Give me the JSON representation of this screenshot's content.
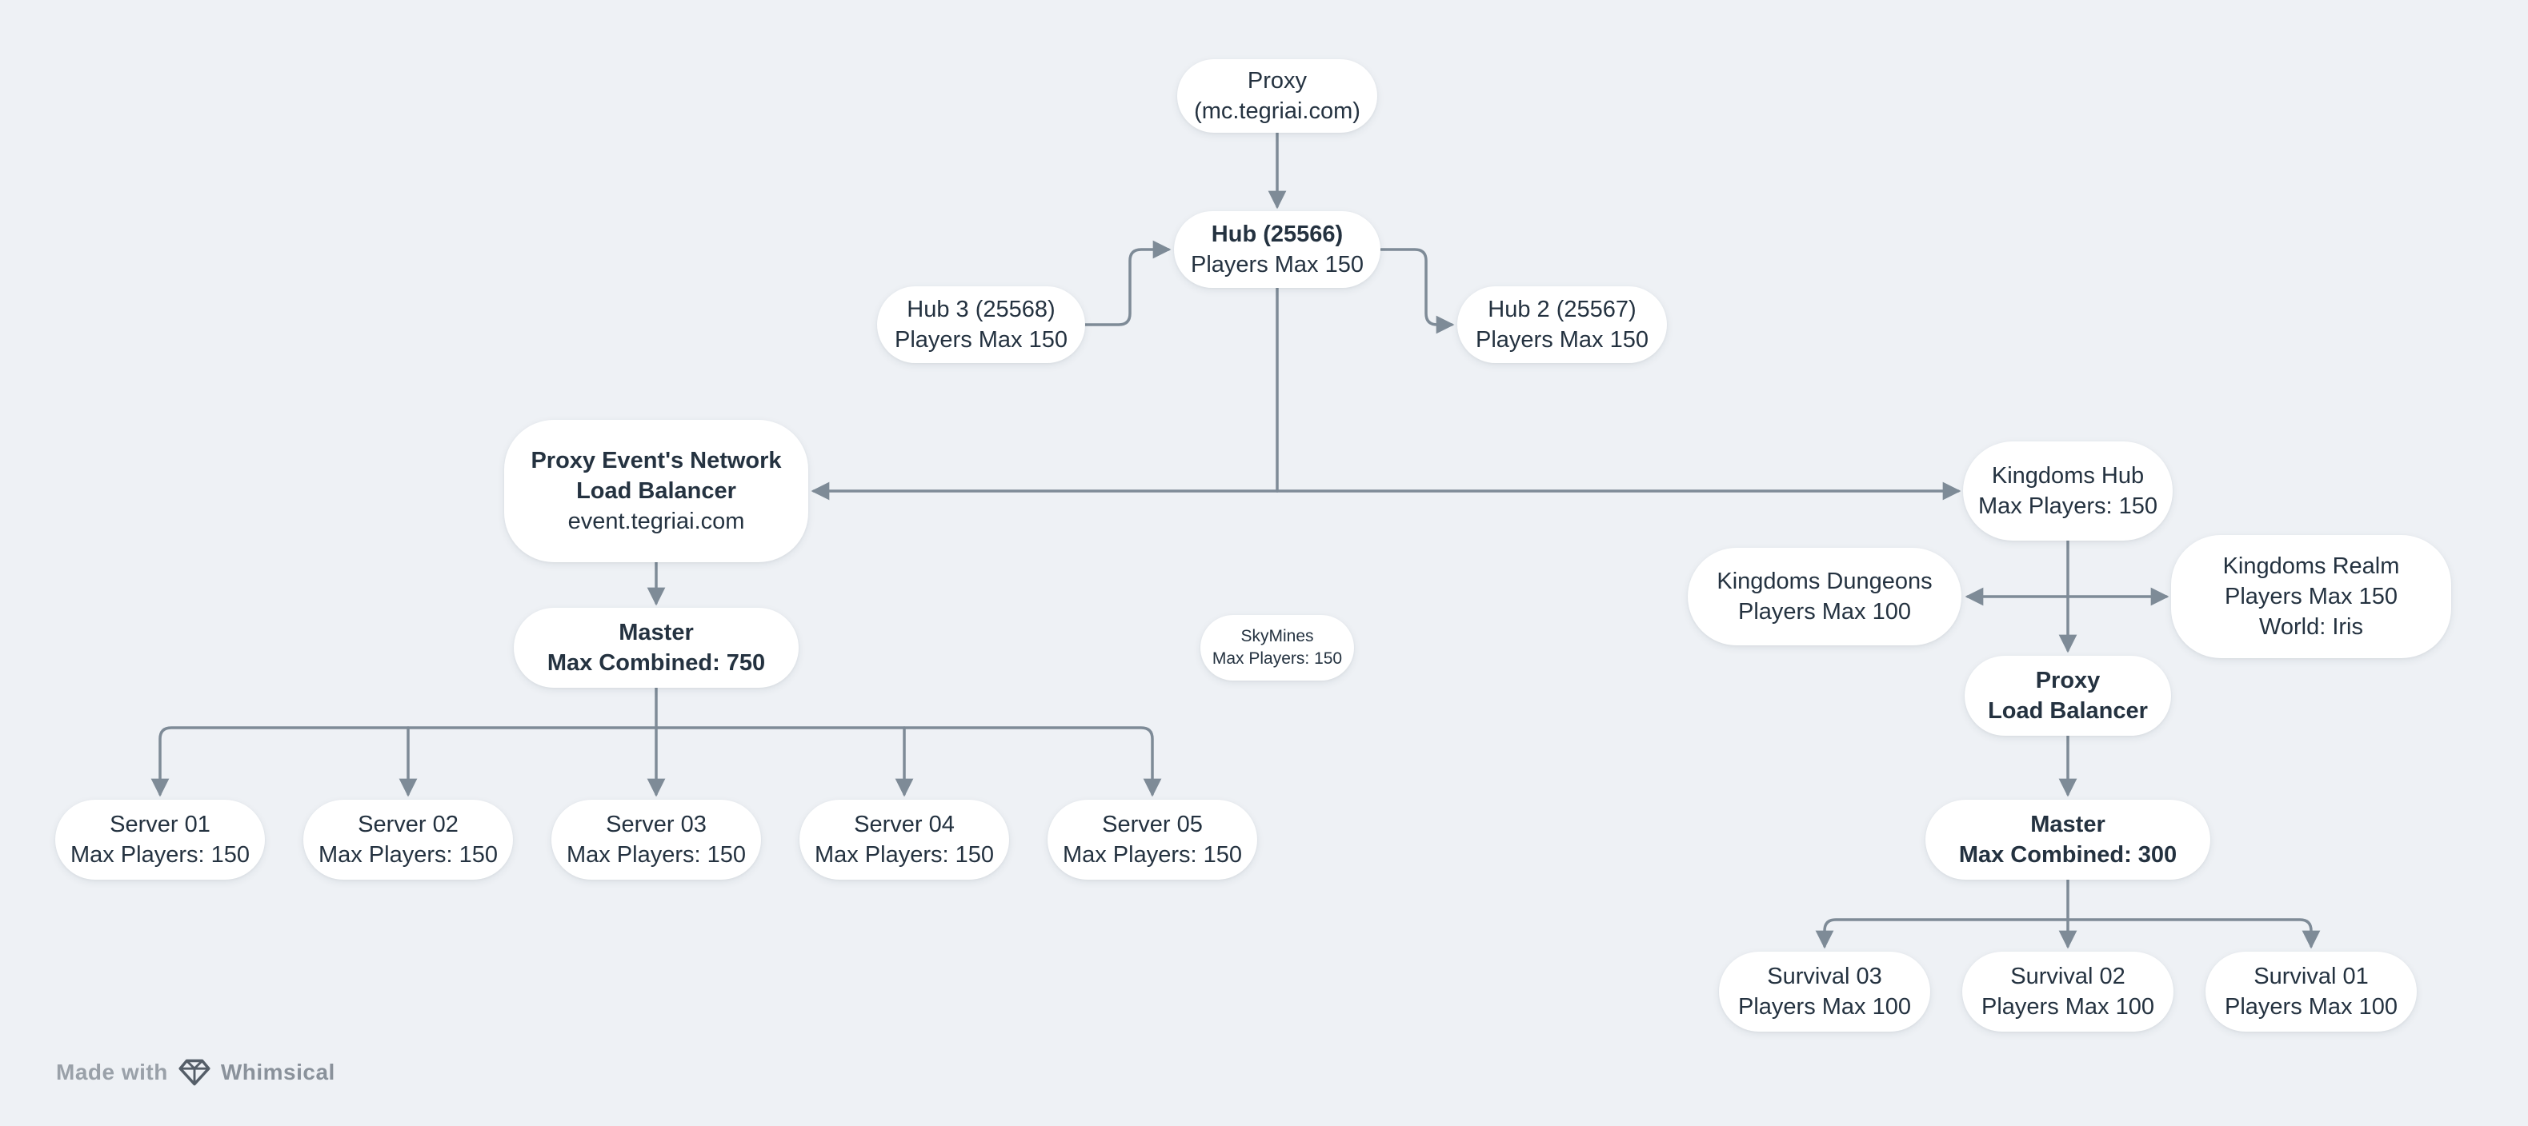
{
  "colors": {
    "background": "#eef1f5",
    "node_background": "#ffffff",
    "text": "#243240",
    "line": "#7e8b97",
    "watermark": "#9aa1a9",
    "brand": "#8a929b"
  },
  "watermark": {
    "made_with": "Made with",
    "brand": "Whimsical"
  },
  "nodes": [
    {
      "id": "proxy",
      "lines": [
        {
          "text": "Proxy",
          "bold": false
        },
        {
          "text": "(mc.tegriai.com)",
          "bold": false
        }
      ]
    },
    {
      "id": "hub",
      "lines": [
        {
          "text": "Hub (25566)",
          "bold": true
        },
        {
          "text": "Players Max 150",
          "bold": false
        }
      ]
    },
    {
      "id": "hub3",
      "lines": [
        {
          "text": "Hub 3 (25568)",
          "bold": false
        },
        {
          "text": "Players Max 150",
          "bold": false
        }
      ]
    },
    {
      "id": "hub2",
      "lines": [
        {
          "text": "Hub 2 (25567)",
          "bold": false
        },
        {
          "text": "Players Max 150",
          "bold": false
        }
      ]
    },
    {
      "id": "eventlb",
      "lines": [
        {
          "text": "Proxy Event's Network",
          "bold": true
        },
        {
          "text": "Load Balancer",
          "bold": true
        },
        {
          "text": "event.tegriai.com",
          "bold": false
        }
      ]
    },
    {
      "id": "kingdomshub",
      "lines": [
        {
          "text": "Kingdoms Hub",
          "bold": false
        },
        {
          "text": "Max Players: 150",
          "bold": false
        }
      ]
    },
    {
      "id": "dungeons",
      "lines": [
        {
          "text": "Kingdoms Dungeons",
          "bold": false
        },
        {
          "text": "Players Max 100",
          "bold": false
        }
      ]
    },
    {
      "id": "realm",
      "lines": [
        {
          "text": "Kingdoms Realm",
          "bold": false
        },
        {
          "text": "Players Max 150",
          "bold": false
        },
        {
          "text": "World: Iris",
          "bold": false
        }
      ]
    },
    {
      "id": "master750",
      "lines": [
        {
          "text": "Master",
          "bold": true
        },
        {
          "text": "Max Combined: 750",
          "bold": true
        }
      ]
    },
    {
      "id": "skymines",
      "small": true,
      "lines": [
        {
          "text": "SkyMines",
          "bold": false
        },
        {
          "text": "Max Players: 150",
          "bold": false
        }
      ]
    },
    {
      "id": "proxylb",
      "lines": [
        {
          "text": "Proxy",
          "bold": true
        },
        {
          "text": "Load Balancer",
          "bold": true
        }
      ]
    },
    {
      "id": "master300",
      "lines": [
        {
          "text": "Master",
          "bold": true
        },
        {
          "text": "Max Combined: 300",
          "bold": true
        }
      ]
    },
    {
      "id": "server01",
      "lines": [
        {
          "text": "Server 01",
          "bold": false
        },
        {
          "text": "Max Players: 150",
          "bold": false
        }
      ]
    },
    {
      "id": "server02",
      "lines": [
        {
          "text": "Server 02",
          "bold": false
        },
        {
          "text": "Max Players: 150",
          "bold": false
        }
      ]
    },
    {
      "id": "server03",
      "lines": [
        {
          "text": "Server 03",
          "bold": false
        },
        {
          "text": "Max Players: 150",
          "bold": false
        }
      ]
    },
    {
      "id": "server04",
      "lines": [
        {
          "text": "Server 04",
          "bold": false
        },
        {
          "text": "Max Players: 150",
          "bold": false
        }
      ]
    },
    {
      "id": "server05",
      "lines": [
        {
          "text": "Server 05",
          "bold": false
        },
        {
          "text": "Max Players: 150",
          "bold": false
        }
      ]
    },
    {
      "id": "survival03",
      "lines": [
        {
          "text": "Survival 03",
          "bold": false
        },
        {
          "text": "Players Max 100",
          "bold": false
        }
      ]
    },
    {
      "id": "survival02",
      "lines": [
        {
          "text": "Survival 02",
          "bold": false
        },
        {
          "text": "Players Max 100",
          "bold": false
        }
      ]
    },
    {
      "id": "survival01",
      "lines": [
        {
          "text": "Survival 01",
          "bold": false
        },
        {
          "text": "Players Max 100",
          "bold": false
        }
      ]
    }
  ],
  "edges": [
    {
      "from": "proxy",
      "to": "hub"
    },
    {
      "from": "hub3",
      "to": "hub"
    },
    {
      "from": "hub",
      "to": "hub2"
    },
    {
      "from": "hub",
      "to": "eventlb"
    },
    {
      "from": "hub",
      "to": "kingdomshub"
    },
    {
      "from": "eventlb",
      "to": "master750"
    },
    {
      "from": "master750",
      "to": "server01"
    },
    {
      "from": "master750",
      "to": "server02"
    },
    {
      "from": "master750",
      "to": "server03"
    },
    {
      "from": "master750",
      "to": "server04"
    },
    {
      "from": "master750",
      "to": "server05"
    },
    {
      "from": "kingdomshub",
      "to": "dungeons"
    },
    {
      "from": "kingdomshub",
      "to": "realm"
    },
    {
      "from": "kingdomshub",
      "to": "proxylb"
    },
    {
      "from": "proxylb",
      "to": "master300"
    },
    {
      "from": "master300",
      "to": "survival03"
    },
    {
      "from": "master300",
      "to": "survival02"
    },
    {
      "from": "master300",
      "to": "survival01"
    }
  ]
}
